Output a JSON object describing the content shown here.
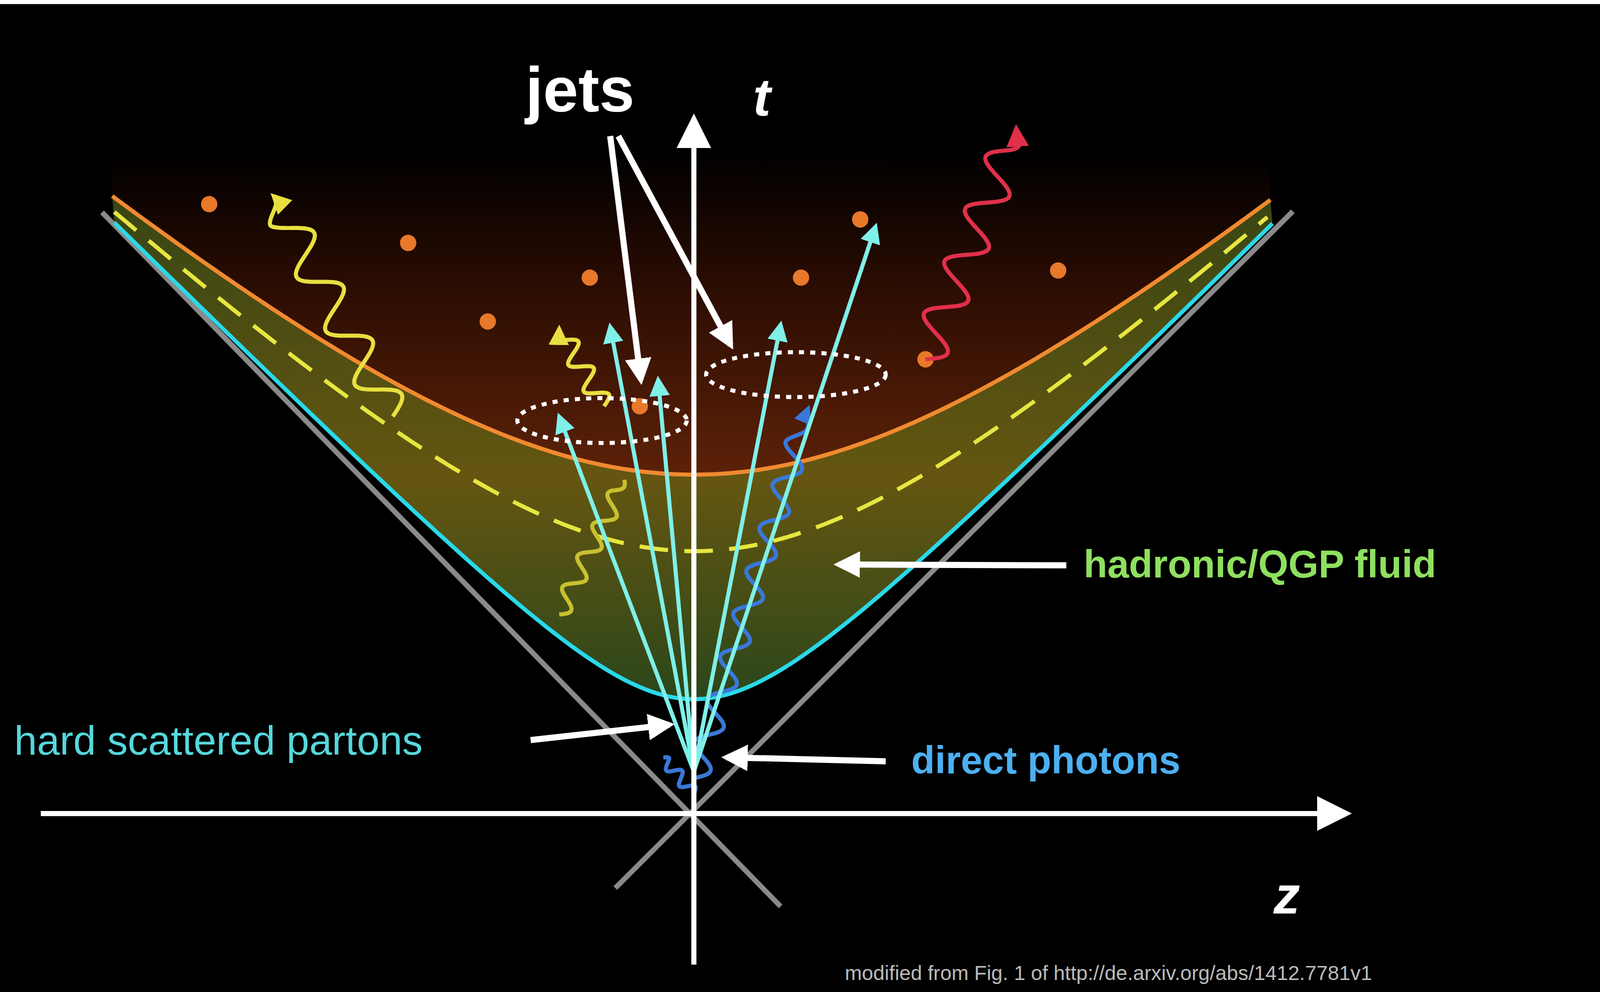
{
  "diagram": {
    "labels": [
      "jets",
      "t",
      "hard scattered partons",
      "direct photons",
      "hadronic/QGP fluid",
      "z",
      "modified from Fig. 1 of http://de.arxiv.org/abs/1412.7781v1"
    ]
  }
}
